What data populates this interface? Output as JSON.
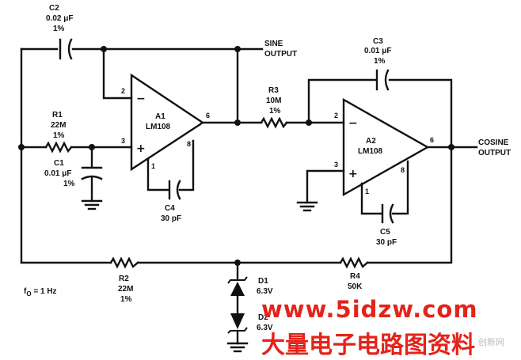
{
  "components": {
    "c2": {
      "ref": "C2",
      "value": "0.02 μF",
      "tol": "1%"
    },
    "c3": {
      "ref": "C3",
      "value": "0.01 μF",
      "tol": "1%"
    },
    "r1": {
      "ref": "R1",
      "value": "22M",
      "tol": "1%"
    },
    "c1": {
      "ref": "C1",
      "value": "0.01 μF",
      "tol": "1%"
    },
    "r3": {
      "ref": "R3",
      "value": "10M",
      "tol": "1%"
    },
    "c4": {
      "ref": "C4",
      "value": "30 pF"
    },
    "c5": {
      "ref": "C5",
      "value": "30 pF"
    },
    "r2": {
      "ref": "R2",
      "value": "22M",
      "tol": "1%"
    },
    "r4": {
      "ref": "R4",
      "value": "50K"
    },
    "d1": {
      "ref": "D1",
      "value": "6.3V"
    },
    "d2": {
      "ref": "D2",
      "value": "6.3V"
    },
    "a1": {
      "ref": "A1",
      "part": "LM108"
    },
    "a2": {
      "ref": "A2",
      "part": "LM108"
    }
  },
  "outputs": {
    "sine": [
      "SINE",
      "OUTPUT"
    ],
    "cosine": [
      "COSINE",
      "OUTPUT"
    ]
  },
  "pins": {
    "a1": {
      "inv": "2",
      "noninv": "3",
      "out": "6",
      "comp1": "1",
      "comp8": "8"
    },
    "a2": {
      "inv": "2",
      "noninv": "3",
      "out": "6",
      "comp1": "1",
      "comp8": "8"
    }
  },
  "opamp_signs": {
    "minus": "−",
    "plus": "+"
  },
  "frequency_note": {
    "main": "f",
    "sub": "O",
    "rest": " = 1 Hz"
  },
  "watermark": {
    "url": "www.5idzw.com",
    "title": "大量电子电路图资料",
    "faint": "创新网"
  }
}
